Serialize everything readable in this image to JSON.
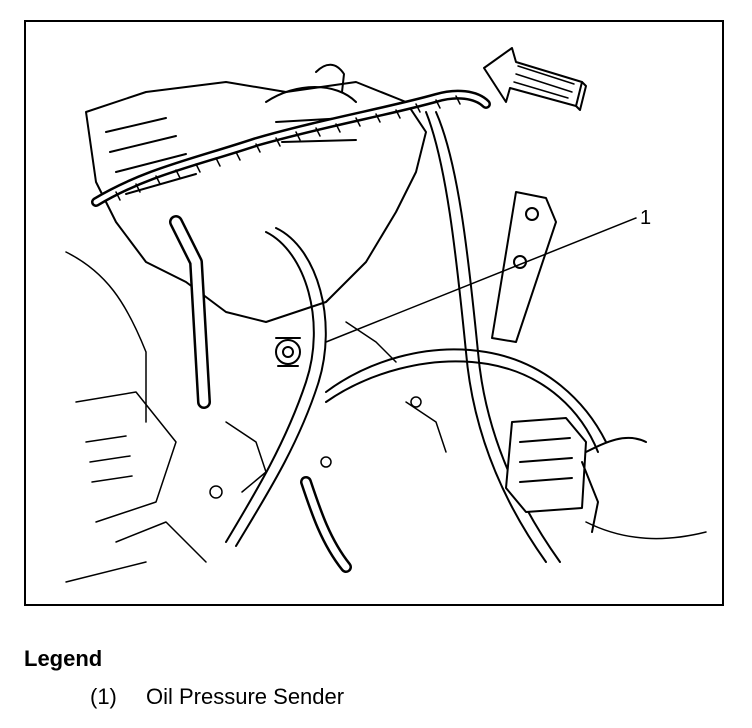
{
  "figure": {
    "callout": "1",
    "description_icon": "engine-diagram-illustration"
  },
  "legend": {
    "title": "Legend",
    "items": [
      {
        "key": "(1)",
        "label": "Oil Pressure Sender"
      }
    ]
  }
}
